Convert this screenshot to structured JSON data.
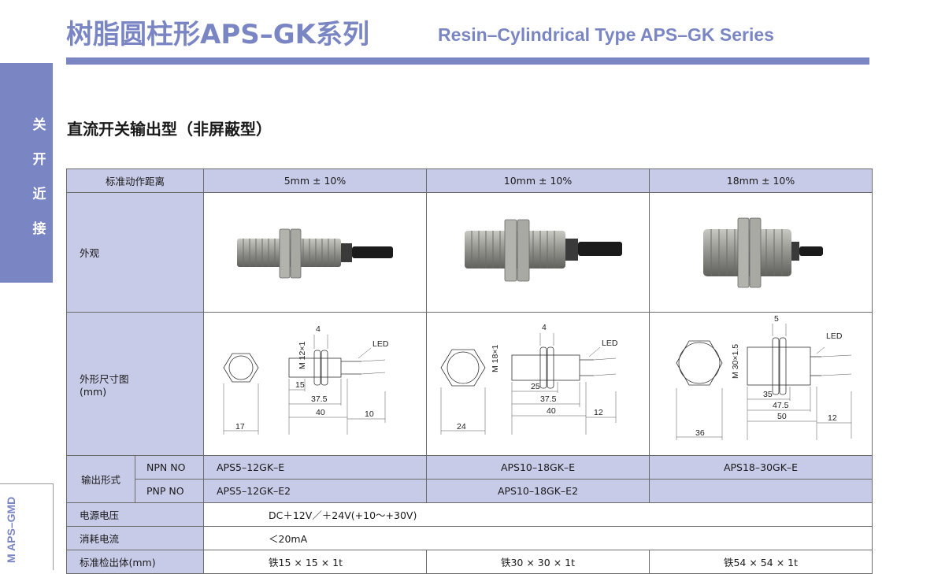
{
  "header": {
    "title_cn": "树脂圆柱形APS–GK系列",
    "title_en": "Resin–Cylindrical Type APS–GK Series"
  },
  "sidebar": {
    "category_chars": [
      "关",
      "开",
      "近",
      "接"
    ],
    "model_code": "M APS–GMD"
  },
  "section_title": "直流开关输出型（非屏蔽型）",
  "table": {
    "columns": [
      {
        "distance": "5mm ± 10%",
        "npn": "APS5–12GK–E",
        "pnp": "APS5–12GK–E2",
        "weight": "铁15 × 15 × 1t"
      },
      {
        "distance": "10mm ± 10%",
        "npn": "APS10–18GK–E",
        "pnp": "APS10–18GK–E2",
        "weight": "铁30 × 30 × 1t"
      },
      {
        "distance": "18mm ± 10%",
        "npn": "APS18–30GK–E",
        "pnp": "",
        "weight": "铁54 × 54 × 1t"
      }
    ],
    "labels": {
      "distance": "标准动作距离",
      "appearance": "外观",
      "dims_line1": "外形尺寸图",
      "dims_line2": "(mm)",
      "output": "输出形式",
      "npn": "NPN NO",
      "pnp": "PNP NO",
      "power": "电源电压",
      "current": "消耗电流",
      "standard": "标准检出体(mm)"
    },
    "power_value": "DC＋12V／＋24V(+10～+30V)",
    "current_value": "＜20mA"
  },
  "drawings": [
    {
      "thread": "M 12×1",
      "nut": "4",
      "led": "LED",
      "hex": "17",
      "d1": "15",
      "d2": "37.5",
      "d3": "40",
      "cable": "10"
    },
    {
      "thread": "M 18×1",
      "nut": "4",
      "led": "LED",
      "hex": "24",
      "d1": "25",
      "d2": "37.5",
      "d3": "40",
      "cable": "12"
    },
    {
      "thread": "M 30×1.5",
      "nut": "5",
      "led": "LED",
      "hex": "36",
      "d1": "35",
      "d2": "47.5",
      "d3": "50",
      "cable": "12"
    }
  ],
  "colors": {
    "accent": "#7a86c4",
    "header_cell": "#c7cbe8"
  }
}
